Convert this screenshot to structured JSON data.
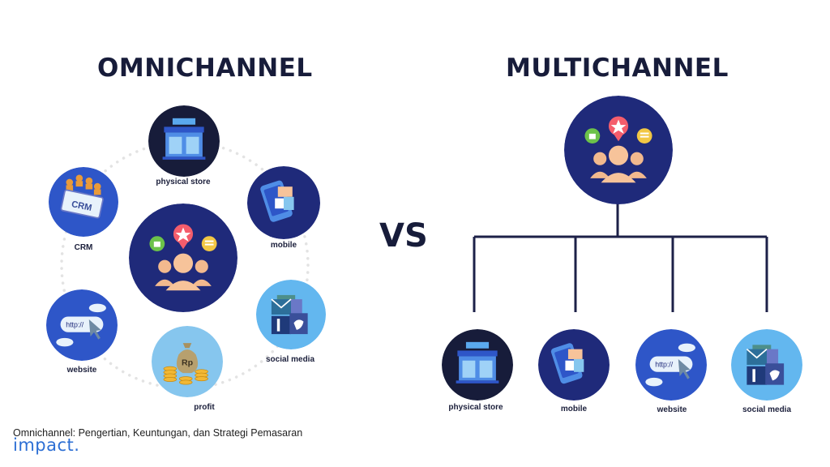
{
  "omnichannel": {
    "title": "OMNICHANNEL",
    "channels": {
      "physical_store": "physical store",
      "mobile": "mobile",
      "social_media": "social media",
      "profit": "profit",
      "website": "website",
      "crm": "CRM"
    },
    "icon_text": {
      "crm": "CRM",
      "url": "http://",
      "currency": "Rp"
    }
  },
  "vs": "VS",
  "multichannel": {
    "title": "MULTICHANNEL",
    "channels": {
      "physical_store": "physical store",
      "mobile": "mobile",
      "website": "website",
      "social_media": "social media"
    },
    "icon_text": {
      "url": "http://"
    }
  },
  "footer": {
    "caption": "Omnichannel: Pengertian, Keuntungan, dan Strategi Pemasaran",
    "brand": "impact."
  },
  "colors": {
    "navy": "#1f2a7a",
    "dark_navy": "#171c3a",
    "blue": "#2e56c8",
    "light_blue": "#63b7ef",
    "sky": "#86c6ee",
    "peach": "#f7c39a",
    "brand": "#2d6fd4"
  }
}
